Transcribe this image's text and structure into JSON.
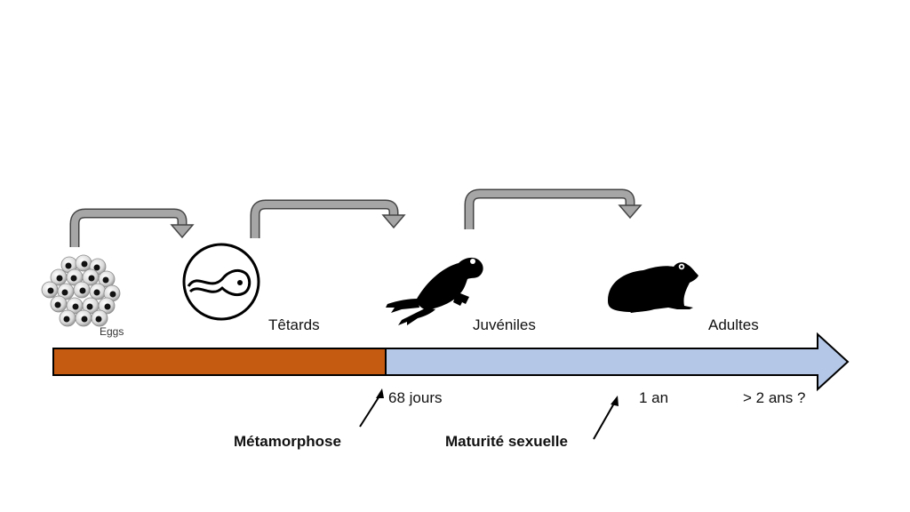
{
  "stages": {
    "eggs": "Eggs",
    "tadpoles": "Têtards",
    "juveniles": "Juvéniles",
    "adults": "Adultes"
  },
  "timeline": {
    "t1": "68 jours",
    "t2": "1 an",
    "t3": "> 2 ans ?"
  },
  "events": {
    "metamorphosis": "Métamorphose",
    "maturity": "Maturité sexuelle"
  },
  "colors": {
    "tadpole_period": "#C55A11",
    "juvenile_period": "#B4C7E7",
    "stage_arrow": "#A6A6A6",
    "outline": "#000000"
  },
  "icons": [
    "eggs-cluster-icon",
    "tadpole-icon",
    "juvenile-frog-icon",
    "adult-frog-icon"
  ]
}
